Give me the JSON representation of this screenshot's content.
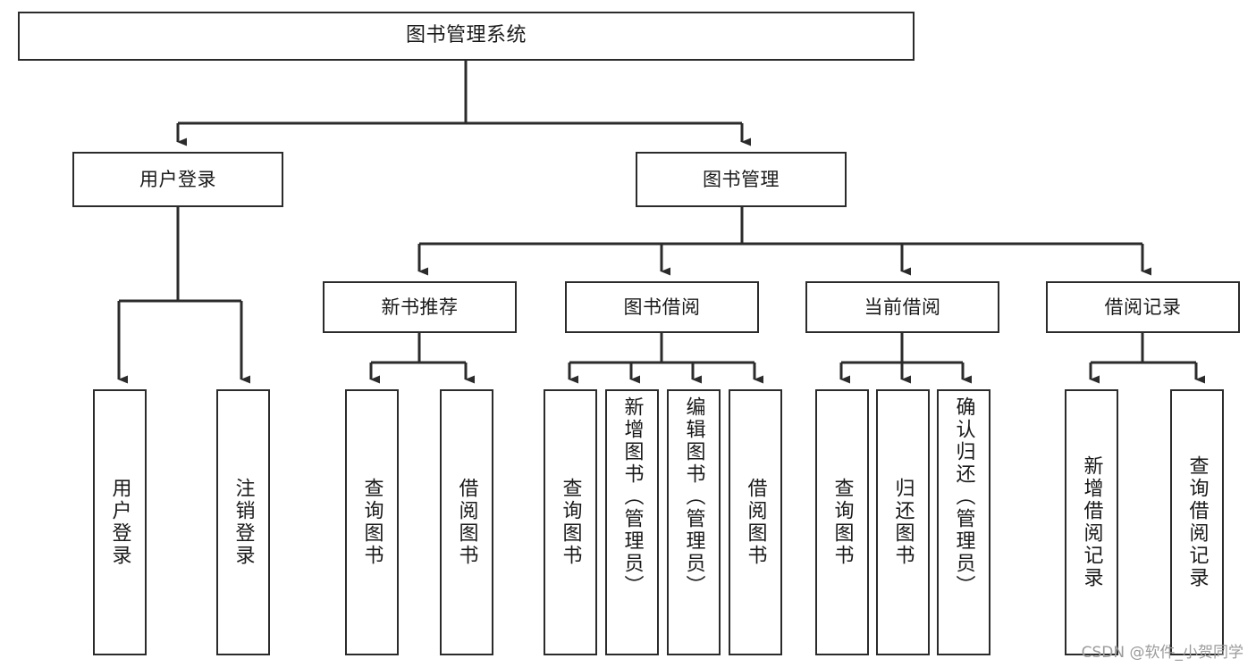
{
  "diagram": {
    "title": "图书管理系统",
    "type": "tree-hierarchy-chart",
    "orientation": "top-down",
    "colors": {
      "box_border": "#2b2b2b",
      "box_fill": "#ffffff",
      "connector": "#2b2b2b",
      "text": "#1a1a1a",
      "watermark": "#9b9b9b",
      "background": "#ffffff"
    }
  },
  "root": {
    "label": "图书管理系统"
  },
  "level2": [
    {
      "id": "user-login",
      "label": "用户登录"
    },
    {
      "id": "book-manage",
      "label": "图书管理"
    }
  ],
  "level3": [
    {
      "id": "new-book-recommend",
      "label": "新书推荐"
    },
    {
      "id": "book-borrow",
      "label": "图书借阅"
    },
    {
      "id": "current-borrow",
      "label": "当前借阅"
    },
    {
      "id": "borrow-record",
      "label": "借阅记录"
    }
  ],
  "leaves": {
    "user_login": [
      {
        "id": "leaf-user-login",
        "label": "用户登录"
      },
      {
        "id": "leaf-logout",
        "label": "注销登录"
      }
    ],
    "new_book_recommend": [
      {
        "id": "leaf-query-book-1",
        "label": "查询图书"
      },
      {
        "id": "leaf-borrow-book-1",
        "label": "借阅图书"
      }
    ],
    "book_borrow": [
      {
        "id": "leaf-query-book-2",
        "label": "查询图书"
      },
      {
        "id": "leaf-add-book",
        "label": "新增图书（管理员）"
      },
      {
        "id": "leaf-edit-book",
        "label": "编辑图书（管理员）"
      },
      {
        "id": "leaf-borrow-book-2",
        "label": "借阅图书"
      }
    ],
    "current_borrow": [
      {
        "id": "leaf-query-book-3",
        "label": "查询图书"
      },
      {
        "id": "leaf-return-book",
        "label": "归还图书"
      },
      {
        "id": "leaf-confirm-return",
        "label": "确认归还（管理员）"
      }
    ],
    "borrow_record": [
      {
        "id": "leaf-add-record",
        "label": "新增借阅记录"
      },
      {
        "id": "leaf-query-record",
        "label": "查询借阅记录"
      }
    ]
  },
  "watermark": {
    "text": "CSDN @软件_小贺同学"
  }
}
